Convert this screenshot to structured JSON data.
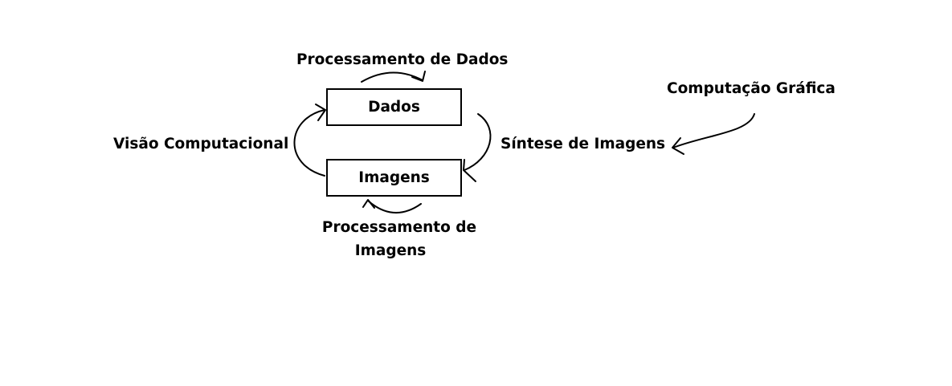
{
  "nodes": {
    "dados": "Dados",
    "imagens": "Imagens"
  },
  "labels": {
    "processamento_dados": "Processamento de Dados",
    "visao_computacional": "Visão Computacional",
    "sintese_imagens": "Síntese de Imagens",
    "computacao_grafica": "Computação Gráfica",
    "processamento_imagens_line1": "Processamento de",
    "processamento_imagens_line2": "Imagens"
  },
  "edges": [
    {
      "from": "Dados",
      "to": "Dados",
      "label": "Processamento de Dados"
    },
    {
      "from": "Imagens",
      "to": "Dados",
      "label": "Visão Computacional"
    },
    {
      "from": "Dados",
      "to": "Imagens",
      "label": "Síntese de Imagens"
    },
    {
      "from": "Imagens",
      "to": "Imagens",
      "label": "Processamento de Imagens"
    }
  ]
}
